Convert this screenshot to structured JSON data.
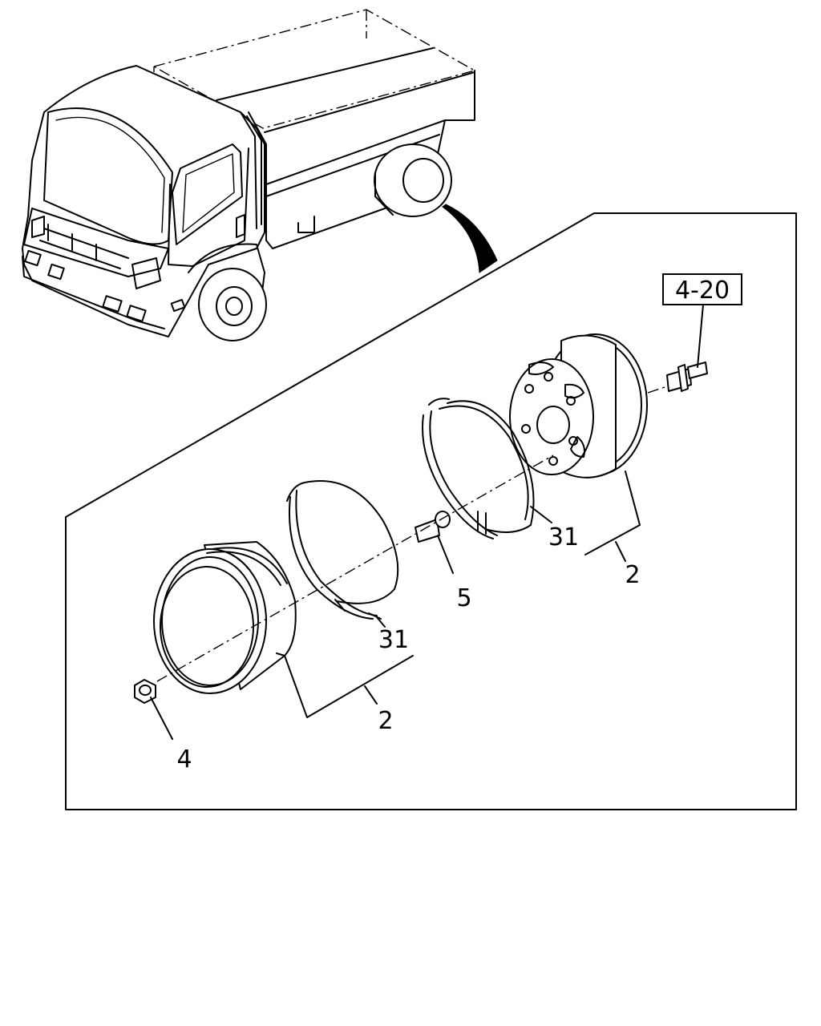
{
  "diagram": {
    "callouts": [
      {
        "id": "ref_box",
        "text": "4-20"
      },
      {
        "id": "rear_rim_ring",
        "text": "31"
      },
      {
        "id": "rear_wheel_group",
        "text": "2"
      },
      {
        "id": "stud",
        "text": "5"
      },
      {
        "id": "front_rim_ring",
        "text": "31"
      },
      {
        "id": "front_wheel_group",
        "text": "2"
      },
      {
        "id": "nut",
        "text": "4"
      }
    ]
  }
}
